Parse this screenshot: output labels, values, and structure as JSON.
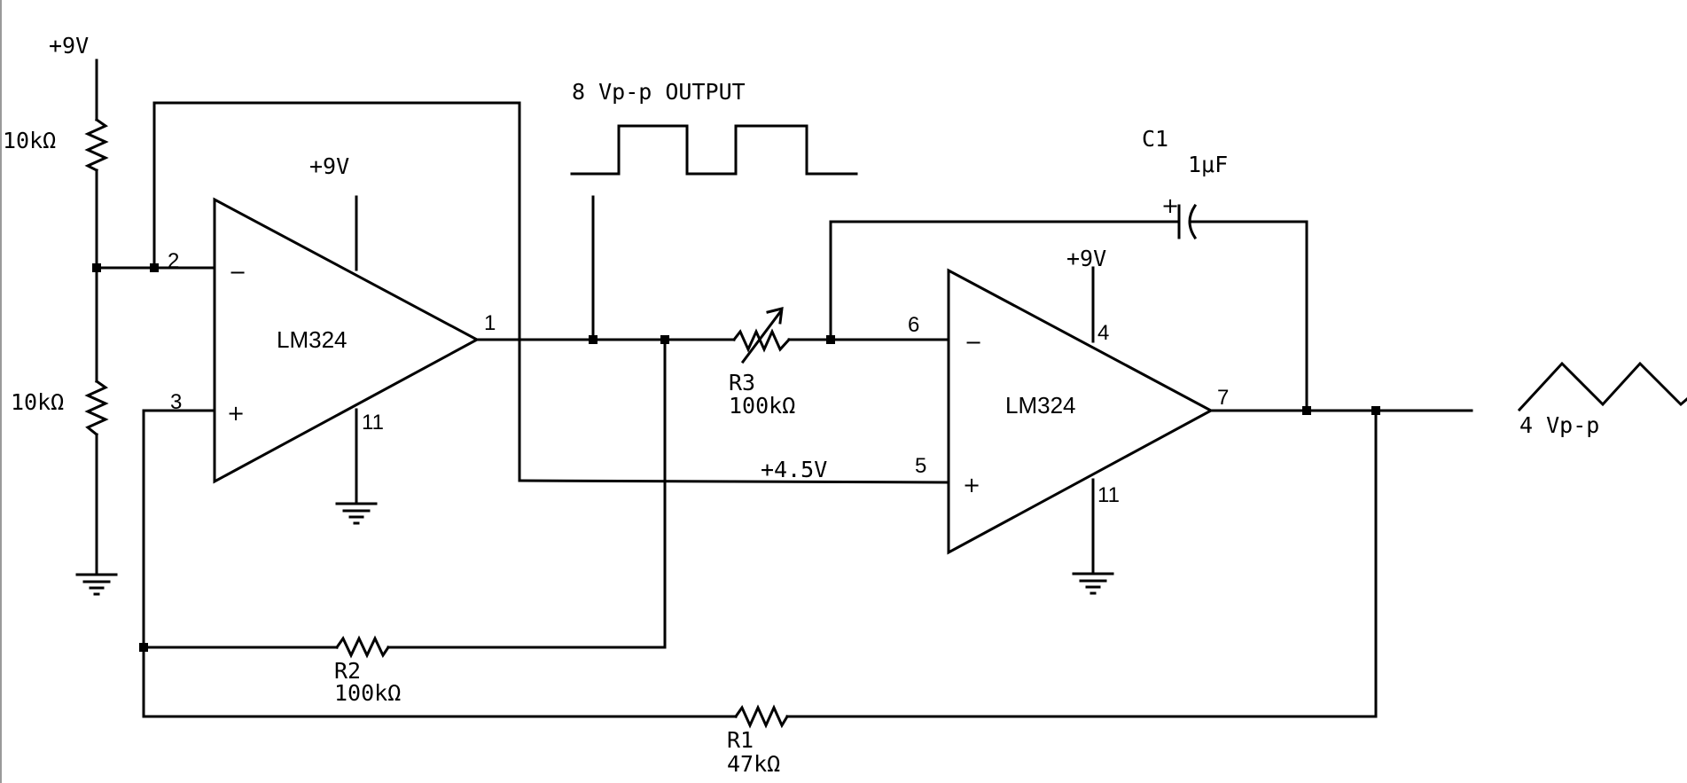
{
  "labels": {
    "supply_top": "+9V",
    "r_top": "10kΩ",
    "r_bottom": "10kΩ",
    "supply_u1": "+9V",
    "u1_name": "LM324",
    "u1_pin2": "2",
    "u1_pin3": "3",
    "u1_pin1": "1",
    "u1_pin11": "11",
    "u1_minus": "−",
    "u1_plus": "+",
    "square_caption": "8  Vp-p  OUTPUT",
    "r3_name": "R3",
    "r3_value": "100kΩ",
    "c1_name": "C1",
    "c1_value": "1μF",
    "c1_polarity": "+",
    "supply_u2": "+9V",
    "u2_name": "LM324",
    "u2_pin6": "6",
    "u2_pin5": "5",
    "u2_pin4": "4",
    "u2_pin7": "7",
    "u2_pin11": "11",
    "u2_minus": "−",
    "u2_plus": "+",
    "ref_voltage": "+4.5V",
    "triangle_caption": "4  Vp-p",
    "r2_name": "R2",
    "r2_value": "100kΩ",
    "r1_name": "R1",
    "r1_value": "47kΩ"
  }
}
